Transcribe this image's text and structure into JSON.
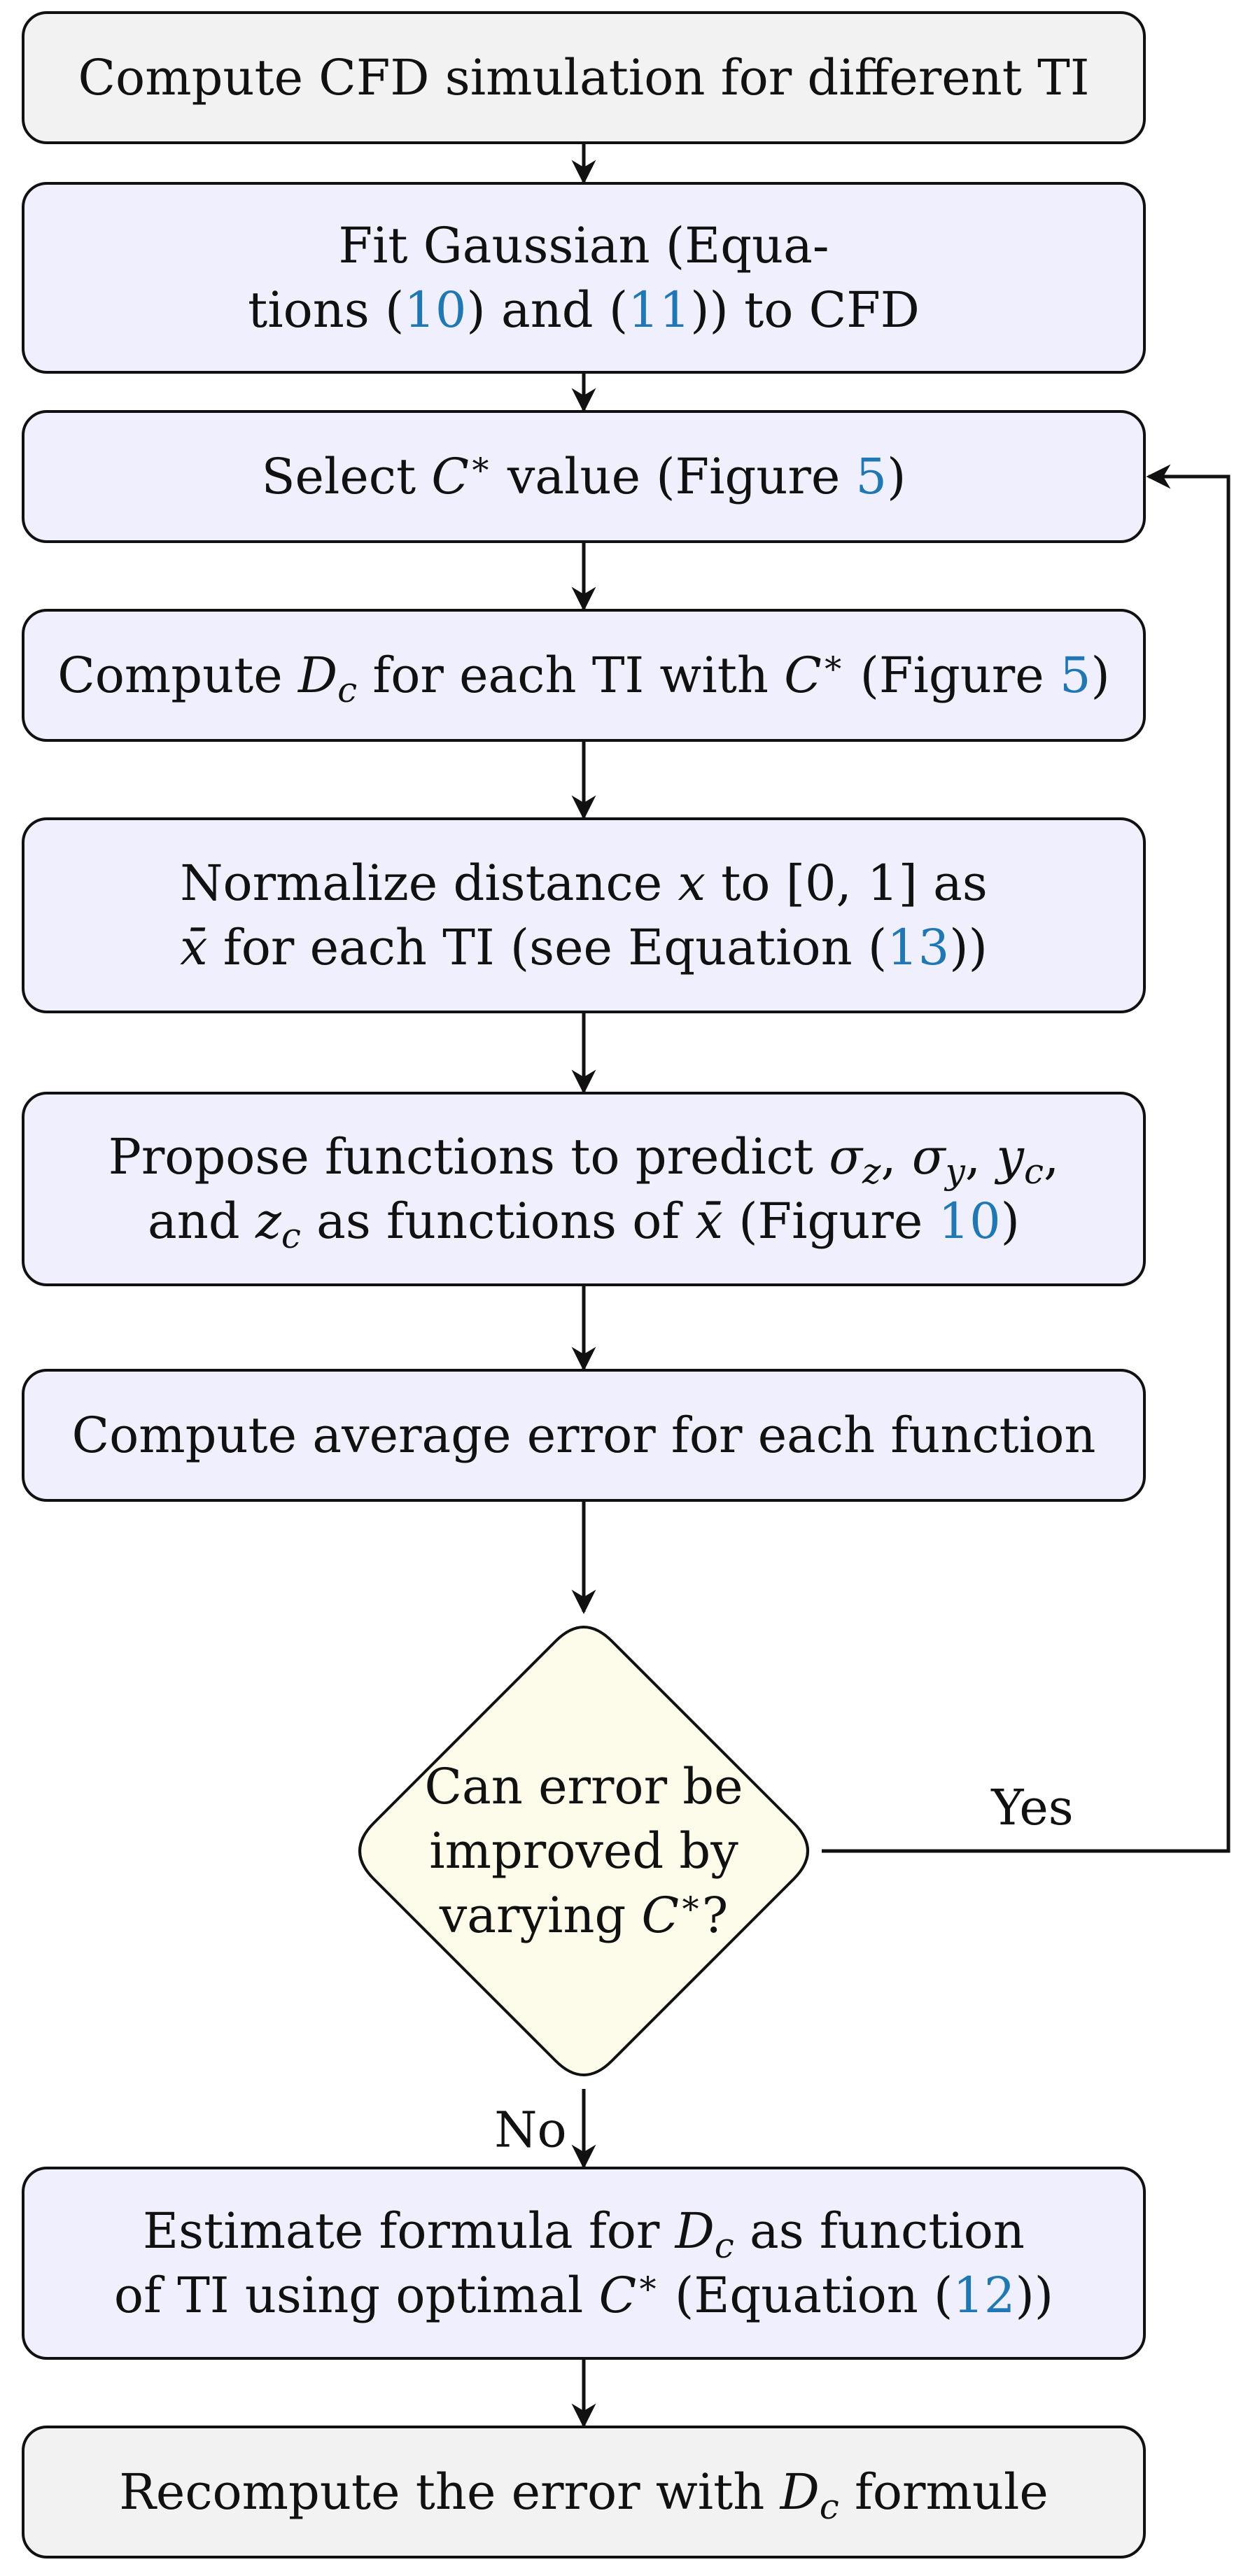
{
  "colors": {
    "terminal_fill": "#f2f2f2",
    "process_fill": "#efeffd",
    "decision_fill": "#fdfcea",
    "stroke": "#111111",
    "link": "#1f78b4"
  },
  "nodes": [
    {
      "id": "n1",
      "kind": "terminal",
      "lines": [
        [
          {
            "t": "Compute CFD simulation for different TI"
          }
        ]
      ]
    },
    {
      "id": "n2",
      "kind": "process",
      "lines": [
        [
          {
            "t": "Fit Gaussian (Equa-"
          }
        ],
        [
          {
            "t": "tions ("
          },
          {
            "t": "10",
            "ref": true
          },
          {
            "t": ") and ("
          },
          {
            "t": "11",
            "ref": true
          },
          {
            "t": ")) to CFD"
          }
        ]
      ]
    },
    {
      "id": "n3",
      "kind": "process",
      "lines": [
        [
          {
            "t": "Select "
          },
          {
            "t": "C",
            "i": true
          },
          {
            "t": "∗",
            "sup": true
          },
          {
            "t": " value (Figure "
          },
          {
            "t": "5",
            "ref": true
          },
          {
            "t": ")"
          }
        ]
      ]
    },
    {
      "id": "n4",
      "kind": "process",
      "lines": [
        [
          {
            "t": "Compute "
          },
          {
            "t": "D",
            "i": true
          },
          {
            "t": "c",
            "sub": true
          },
          {
            "t": " for each TI with "
          },
          {
            "t": "C",
            "i": true
          },
          {
            "t": "∗",
            "sup": true
          },
          {
            "t": " (Figure "
          },
          {
            "t": "5",
            "ref": true
          },
          {
            "t": ")"
          }
        ]
      ]
    },
    {
      "id": "n5",
      "kind": "process",
      "lines": [
        [
          {
            "t": "Normalize distance "
          },
          {
            "t": "x",
            "i": true
          },
          {
            "t": " to [0, 1] as"
          }
        ],
        [
          {
            "t": "x̄",
            "i": true
          },
          {
            "t": " for each TI (see Equation ("
          },
          {
            "t": "13",
            "ref": true
          },
          {
            "t": "))"
          }
        ]
      ]
    },
    {
      "id": "n6",
      "kind": "process",
      "lines": [
        [
          {
            "t": "Propose functions to predict "
          },
          {
            "t": "σ",
            "i": true
          },
          {
            "t": "z",
            "sub": true
          },
          {
            "t": ", "
          },
          {
            "t": "σ",
            "i": true
          },
          {
            "t": "y",
            "sub": true
          },
          {
            "t": ", "
          },
          {
            "t": "y",
            "i": true
          },
          {
            "t": "c",
            "sub": true
          },
          {
            "t": ","
          }
        ],
        [
          {
            "t": "and "
          },
          {
            "t": "z",
            "i": true
          },
          {
            "t": "c",
            "sub": true
          },
          {
            "t": " as functions of "
          },
          {
            "t": "x̄",
            "i": true
          },
          {
            "t": " (Figure "
          },
          {
            "t": "10",
            "ref": true
          },
          {
            "t": ")"
          }
        ]
      ]
    },
    {
      "id": "n7",
      "kind": "process",
      "lines": [
        [
          {
            "t": "Compute average error for each function"
          }
        ]
      ]
    },
    {
      "id": "n8",
      "kind": "decision",
      "lines": [
        [
          {
            "t": "Can error be"
          }
        ],
        [
          {
            "t": "improved by"
          }
        ],
        [
          {
            "t": "varying "
          },
          {
            "t": "C",
            "i": true
          },
          {
            "t": "∗",
            "sup": true
          },
          {
            "t": "?"
          }
        ]
      ]
    },
    {
      "id": "n9",
      "kind": "process",
      "lines": [
        [
          {
            "t": "Estimate formula for "
          },
          {
            "t": "D",
            "i": true
          },
          {
            "t": "c",
            "sub": true
          },
          {
            "t": " as function"
          }
        ],
        [
          {
            "t": "of TI using optimal "
          },
          {
            "t": "C",
            "i": true
          },
          {
            "t": "∗",
            "sup": true
          },
          {
            "t": " (Equation ("
          },
          {
            "t": "12",
            "ref": true
          },
          {
            "t": "))"
          }
        ]
      ]
    },
    {
      "id": "n10",
      "kind": "terminal",
      "lines": [
        [
          {
            "t": "Recompute the error with "
          },
          {
            "t": "D",
            "i": true
          },
          {
            "t": "c",
            "sub": true
          },
          {
            "t": " formule"
          }
        ]
      ]
    }
  ],
  "edges": [
    {
      "from": "n1",
      "to": "n2"
    },
    {
      "from": "n2",
      "to": "n3"
    },
    {
      "from": "n3",
      "to": "n4"
    },
    {
      "from": "n4",
      "to": "n5"
    },
    {
      "from": "n5",
      "to": "n6"
    },
    {
      "from": "n6",
      "to": "n7"
    },
    {
      "from": "n7",
      "to": "n8"
    },
    {
      "from": "n8",
      "to": "n9",
      "label": "No"
    },
    {
      "from": "n9",
      "to": "n10"
    },
    {
      "from": "n8",
      "to": "n3",
      "label": "Yes",
      "loop": true
    }
  ]
}
